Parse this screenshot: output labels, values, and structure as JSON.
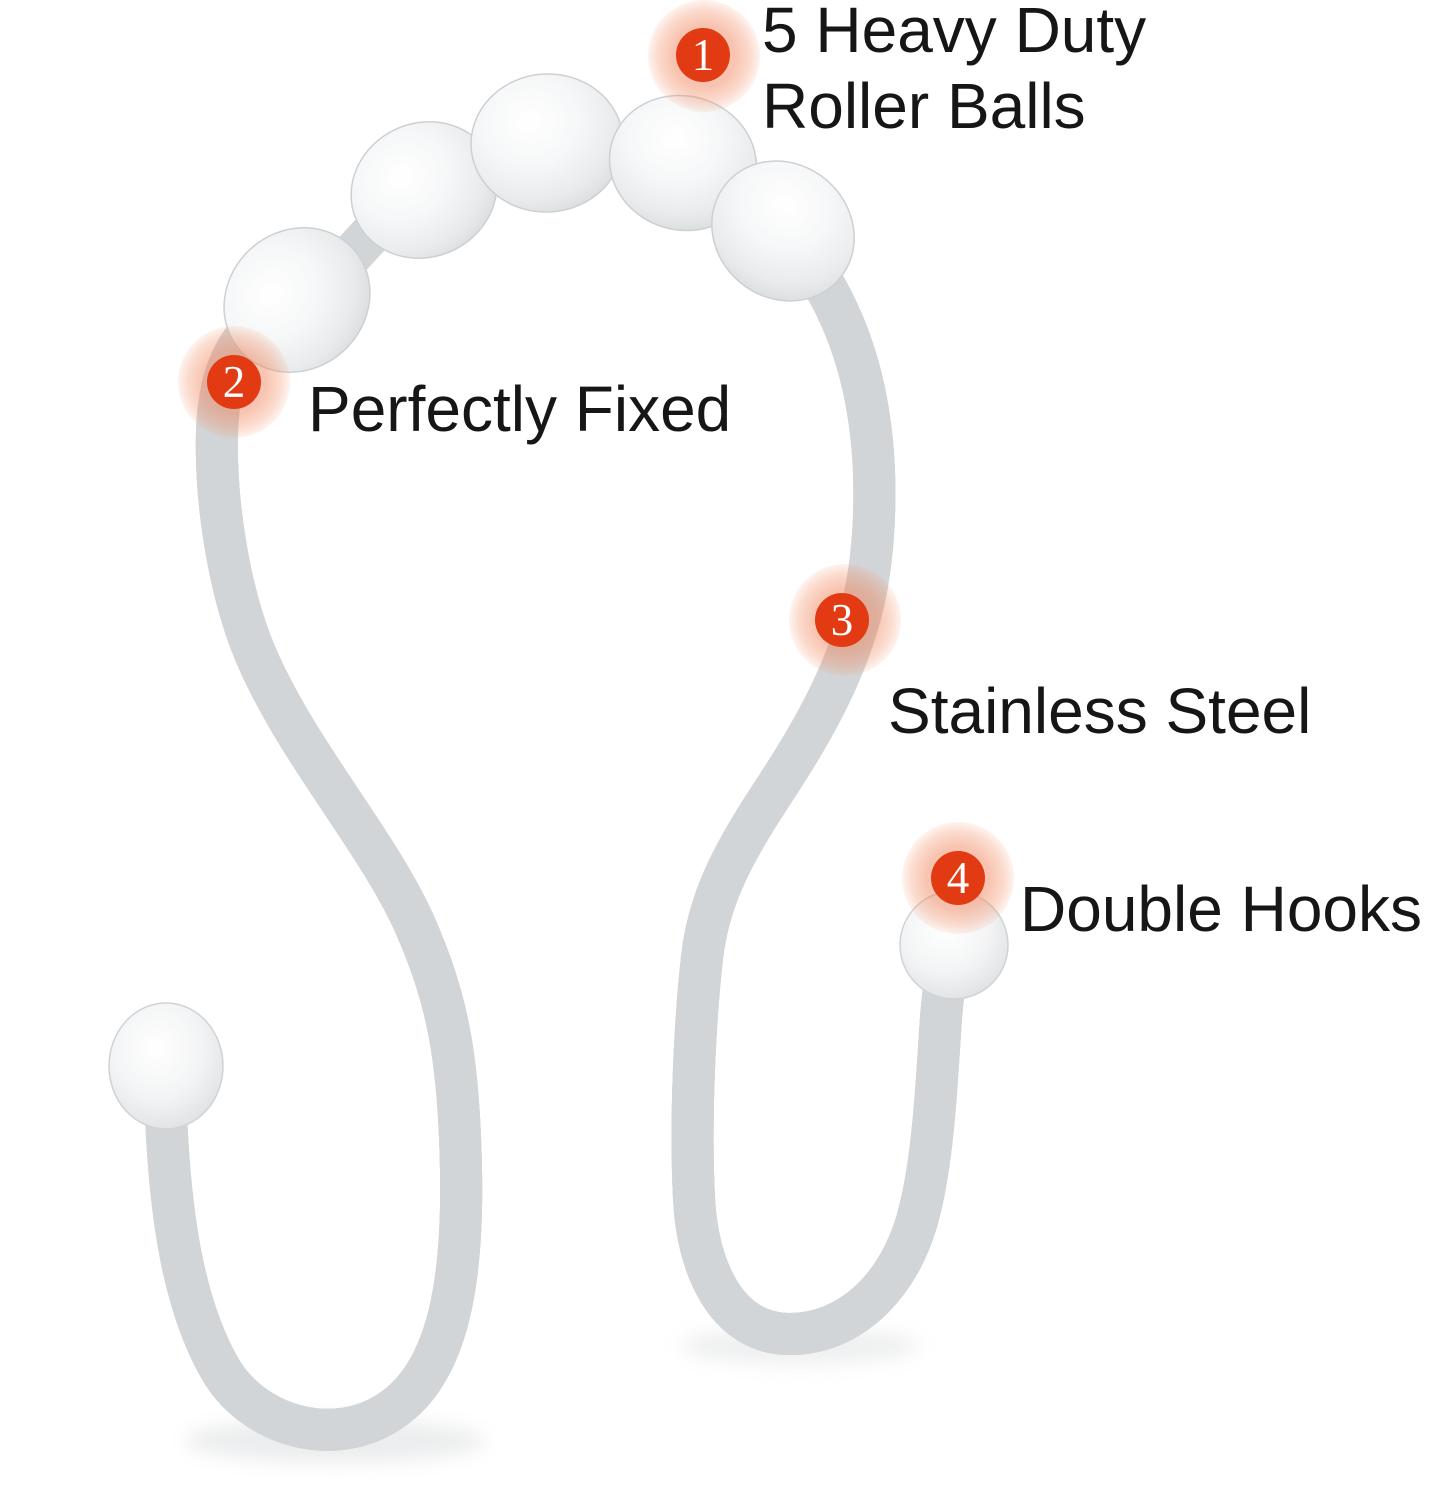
{
  "image_type": "annotated product feature diagram",
  "background": "#ffffff",
  "colors": {
    "accent_red": "#e23a12",
    "halo_peach": "#f08a5e",
    "text_black": "#161616",
    "metal_white": "#f7f8f9",
    "metal_shade": "#d5d8da"
  },
  "product_visual": {
    "subject": "double-hook shower curtain ring with roller balls",
    "roller_ball_count": 5,
    "hook_count": 2
  },
  "callouts": [
    {
      "number": "1",
      "lines": [
        "5 Heavy Duty",
        "Roller Balls"
      ]
    },
    {
      "number": "2",
      "lines": [
        "Perfectly Fixed"
      ]
    },
    {
      "number": "3",
      "lines": [
        "Stainless Steel"
      ]
    },
    {
      "number": "4",
      "lines": [
        "Double Hooks"
      ]
    }
  ]
}
